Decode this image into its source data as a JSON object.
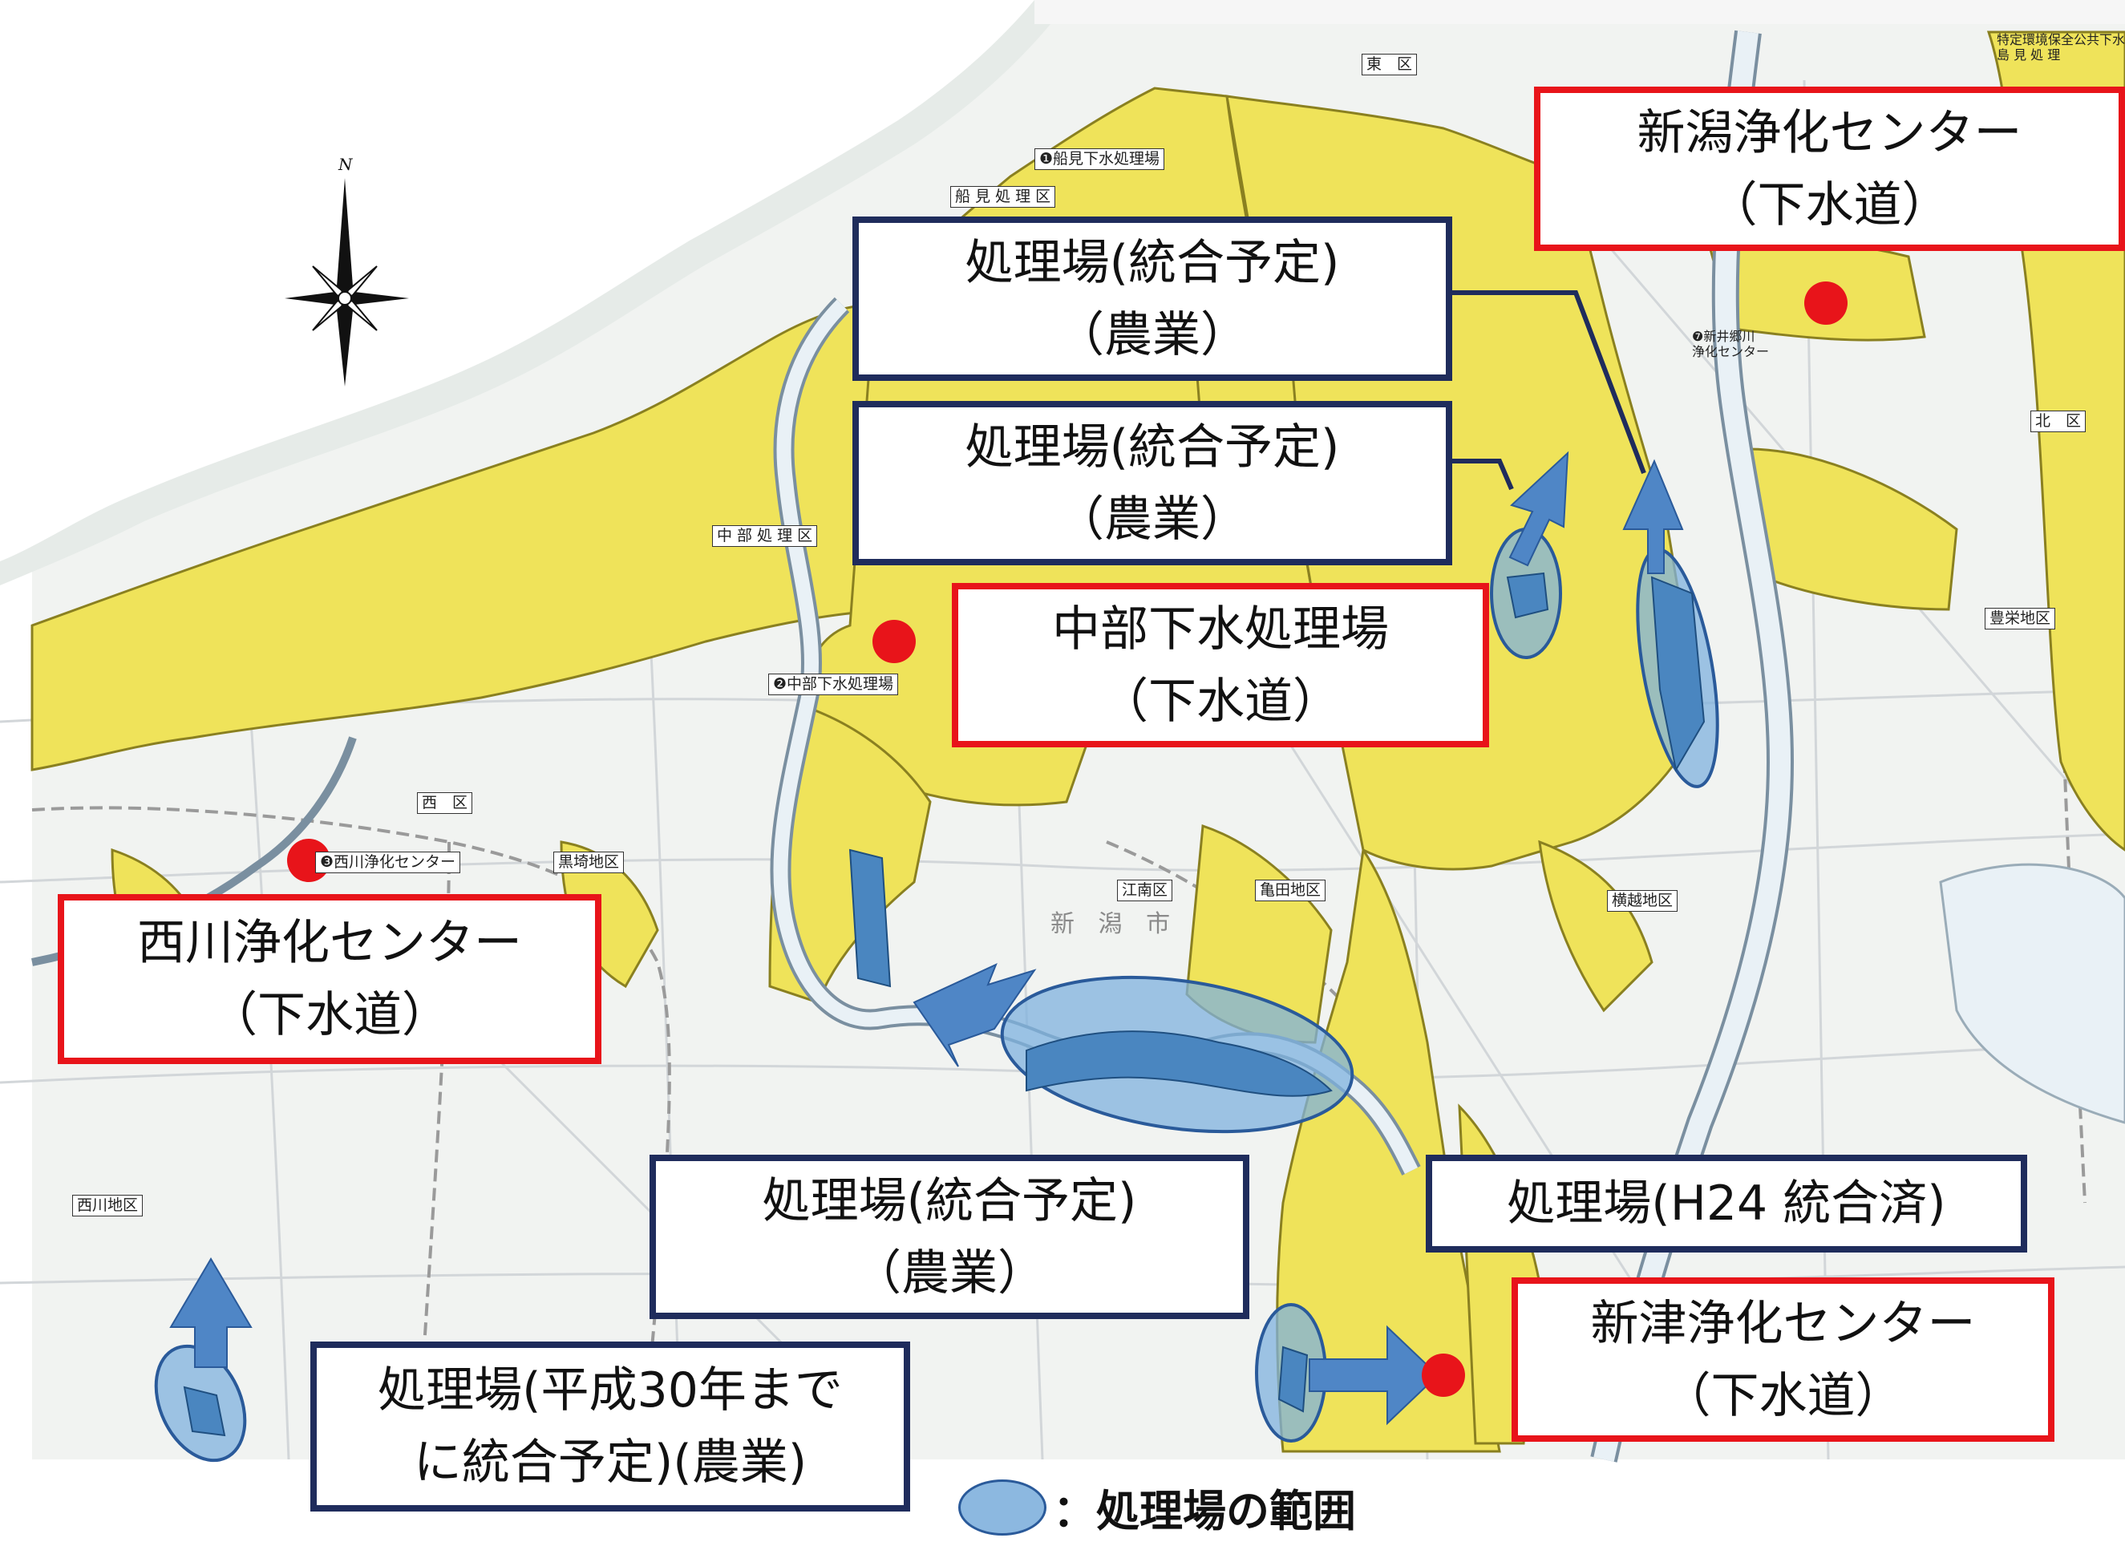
{
  "map": {
    "colors": {
      "sea": "#ffffff",
      "land": "#f1f3f1",
      "sewer_area": "#efe35a",
      "sewer_edge": "#8a8020",
      "river": "#e9f1f6",
      "river_edge": "#7a8fa0",
      "road": "#cfd3d6",
      "district_line": "#9a9a9a",
      "plant_dot": "#e8141a",
      "coverage_fill": "#7fb2dd",
      "coverage_edge": "#2a5a9a",
      "arrow": "#4f86c6",
      "red_border": "#e8141a",
      "navy_border": "#1f2c5c"
    },
    "compass": {
      "north_label": "N",
      "icon": "compass-rose-icon"
    },
    "map_labels": {
      "funami_plant": "❶船見下水処理場",
      "funami_area": "船 見 処 理 区",
      "chubu_area": "中 部 処 理 区",
      "chubu_plant": "❷中部下水処理場",
      "nishikawa_plant": "❸西川浄化センター",
      "nishi_ku": "西　区",
      "higashi_ku": "東　区",
      "kita_ku": "北　区",
      "konan_ku": "江南区",
      "kameda": "亀田地区",
      "kurosaki": "黒埼地区",
      "yokogoshi": "横越地区",
      "toyosaka": "豊栄地区",
      "nishikawa_chiku": "西川地区",
      "niigata_shi": "新 潟 市",
      "shinigo_plant": "❼新井郷川\n浄化センター",
      "top_right": "特定環境保全公共下水\n島 見 処 理"
    },
    "callouts": {
      "niigata_center": {
        "line1": "新潟浄化センター",
        "line2": "（下水道）"
      },
      "treat_plan_1": {
        "line1": "処理場(統合予定)",
        "line2": "（農業）"
      },
      "treat_plan_2": {
        "line1": "処理場(統合予定)",
        "line2": "（農業）"
      },
      "chubu": {
        "line1": "中部下水処理場",
        "line2": "（下水道）"
      },
      "nishikawa": {
        "line1": "西川浄化センター",
        "line2": "（下水道）"
      },
      "treat_plan_3": {
        "line1": "処理場(統合予定)",
        "line2": "（農業）"
      },
      "treat_h24": {
        "line1": "処理場(H24 統合済)"
      },
      "shintsu": {
        "line1": "新津浄化センター",
        "line2": "（下水道）"
      },
      "treat_h30": {
        "line1": "処理場(平成30年まで",
        "line2": "に統合予定)(農業)"
      }
    },
    "legend": {
      "label": "：処理場の範囲",
      "icon": "blue-ellipse-icon"
    }
  }
}
